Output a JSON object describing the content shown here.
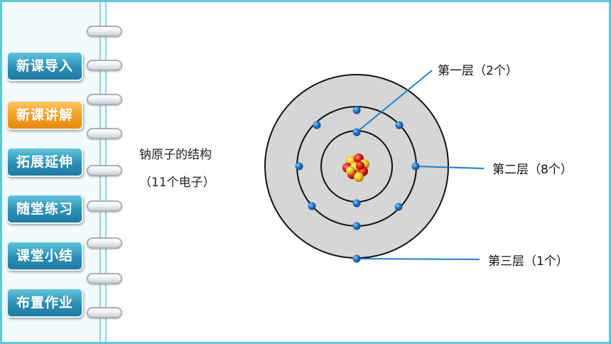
{
  "nav": {
    "items": [
      {
        "label": "新课导入",
        "active": false
      },
      {
        "label": "新课讲解",
        "active": true
      },
      {
        "label": "拓展延伸",
        "active": false
      },
      {
        "label": "随堂练习",
        "active": false
      },
      {
        "label": "课堂小结",
        "active": false
      },
      {
        "label": "布置作业",
        "active": false
      }
    ]
  },
  "caption": {
    "line1": "钠原子的结构",
    "line2": "（11个电子）"
  },
  "diagram": {
    "shell_labels": [
      "第一层（2个）",
      "第二层（8个）",
      "第三层（1个）"
    ],
    "electron_counts": [
      2,
      8,
      1
    ]
  },
  "colors": {
    "nav_blue": "#2b8fb5",
    "nav_active": "#f49c20",
    "electron": "#2a7fd4",
    "pointer_line": "#1e7fd1",
    "atom_disc": "#d6d6d6",
    "frame": "#5fc7d8"
  }
}
